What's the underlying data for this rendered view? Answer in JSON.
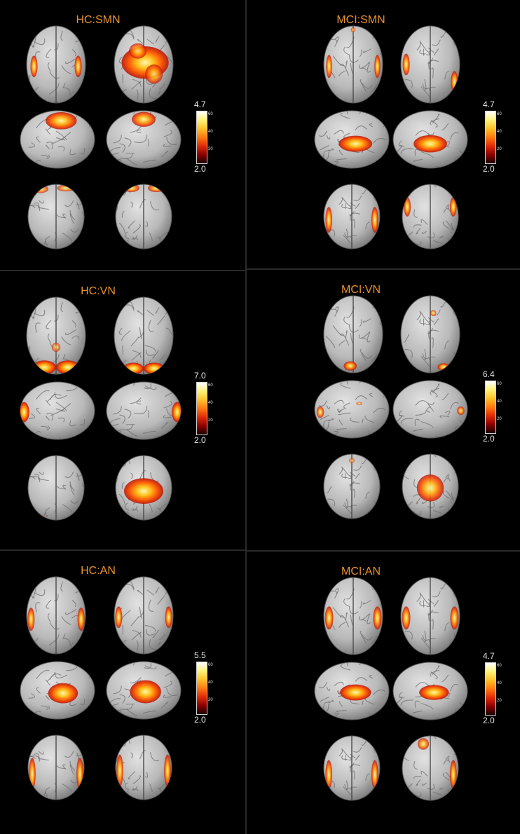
{
  "colorbar": {
    "gradient": [
      "#ffffff",
      "#fff27a",
      "#ffc12a",
      "#ff7a10",
      "#e02a08",
      "#8c0000",
      "#1a0000"
    ],
    "ticks": [
      "60",
      "40",
      "20"
    ]
  },
  "panels": [
    {
      "key": "hc-smn",
      "title": "HC:SMN",
      "max": "4.7",
      "min": "2.0",
      "blobs": {
        "inferior": [
          [
            -0.75,
            0.05,
            0.12,
            0.28,
            0.9
          ],
          [
            0.75,
            0.05,
            0.12,
            0.28,
            0.9
          ]
        ],
        "superior": [
          [
            0.05,
            -0.05,
            0.8,
            0.42,
            1.0
          ],
          [
            -0.2,
            -0.35,
            0.3,
            0.2,
            0.8
          ],
          [
            0.35,
            0.25,
            0.3,
            0.25,
            0.8
          ]
        ],
        "lateral_left": [
          [
            0.1,
            -0.65,
            0.42,
            0.3,
            0.95
          ]
        ],
        "lateral_right": [
          [
            0.0,
            -0.7,
            0.32,
            0.26,
            0.9
          ]
        ],
        "anterior": [
          [
            -0.55,
            -0.85,
            0.28,
            0.12,
            0.7
          ],
          [
            0.35,
            -0.88,
            0.32,
            0.1,
            0.7
          ]
        ],
        "posterior": [
          [
            -0.45,
            -0.88,
            0.3,
            0.12,
            0.8
          ],
          [
            0.45,
            -0.88,
            0.3,
            0.12,
            0.8
          ]
        ]
      }
    },
    {
      "key": "mci-smn",
      "title": "MCI:SMN",
      "max": "4.7",
      "min": "2.0",
      "blobs": {
        "inferior": [
          [
            -0.82,
            0.05,
            0.1,
            0.3,
            0.9
          ],
          [
            0.82,
            0.05,
            0.1,
            0.3,
            0.9
          ],
          [
            0.0,
            -0.9,
            0.08,
            0.06,
            0.7
          ]
        ],
        "superior": [
          [
            -0.82,
            0.0,
            0.12,
            0.28,
            0.9
          ],
          [
            0.82,
            0.45,
            0.12,
            0.28,
            0.9
          ]
        ],
        "lateral_left": [
          [
            0.1,
            0.15,
            0.45,
            0.28,
            1.0
          ]
        ],
        "lateral_right": [
          [
            0.0,
            0.15,
            0.45,
            0.3,
            1.0
          ]
        ],
        "anterior": [
          [
            -0.82,
            0.1,
            0.12,
            0.4,
            0.9
          ],
          [
            0.82,
            0.1,
            0.12,
            0.4,
            0.9
          ]
        ],
        "posterior": [
          [
            -0.82,
            -0.3,
            0.12,
            0.3,
            0.9
          ],
          [
            0.82,
            -0.3,
            0.12,
            0.3,
            0.9
          ]
        ]
      }
    },
    {
      "key": "hc-vn",
      "title": "HC:VN",
      "max": "7.0",
      "min": "2.0",
      "blobs": {
        "inferior": [
          [
            -0.4,
            0.82,
            0.4,
            0.18,
            1.0
          ],
          [
            0.4,
            0.82,
            0.4,
            0.18,
            1.0
          ],
          [
            0.0,
            0.3,
            0.15,
            0.12,
            0.6
          ]
        ],
        "superior": [
          [
            -0.35,
            0.85,
            0.35,
            0.15,
            1.0
          ],
          [
            0.35,
            0.85,
            0.35,
            0.15,
            1.0
          ]
        ],
        "lateral_left": [
          [
            -0.9,
            0.05,
            0.14,
            0.35,
            1.0
          ]
        ],
        "lateral_right": [
          [
            0.9,
            0.05,
            0.14,
            0.35,
            1.0
          ]
        ],
        "anterior": [
          [
            -0.55,
            0.9,
            0.12,
            0.06,
            0.5
          ]
        ],
        "posterior": [
          [
            0.0,
            0.1,
            0.7,
            0.4,
            1.0
          ]
        ]
      }
    },
    {
      "key": "mci-vn",
      "title": "MCI:VN",
      "max": "6.4",
      "min": "2.0",
      "blobs": {
        "inferior": [
          [
            -0.1,
            0.82,
            0.22,
            0.12,
            0.9
          ]
        ],
        "superior": [
          [
            0.1,
            -0.55,
            0.1,
            0.08,
            0.7
          ],
          [
            0.45,
            0.85,
            0.2,
            0.1,
            0.9
          ]
        ],
        "lateral_left": [
          [
            -0.85,
            0.1,
            0.1,
            0.2,
            0.8
          ],
          [
            0.2,
            -0.2,
            0.08,
            0.06,
            0.6
          ]
        ],
        "lateral_right": [
          [
            0.82,
            0.05,
            0.1,
            0.15,
            0.8
          ]
        ],
        "anterior": [
          [
            0.0,
            -0.8,
            0.1,
            0.08,
            0.6
          ]
        ],
        "posterior": [
          [
            0.0,
            0.05,
            0.48,
            0.42,
            0.9
          ]
        ]
      }
    },
    {
      "key": "hc-an",
      "title": "HC:AN",
      "max": "5.5",
      "min": "2.0",
      "blobs": {
        "inferior": [
          [
            -0.85,
            0.1,
            0.12,
            0.3,
            0.9
          ],
          [
            0.85,
            0.1,
            0.12,
            0.3,
            0.9
          ]
        ],
        "superior": [
          [
            -0.85,
            0.05,
            0.12,
            0.28,
            0.9
          ],
          [
            0.85,
            0.05,
            0.12,
            0.28,
            0.9
          ]
        ],
        "lateral_left": [
          [
            0.15,
            0.1,
            0.4,
            0.35,
            1.0
          ]
        ],
        "lateral_right": [
          [
            0.05,
            0.05,
            0.42,
            0.4,
            1.0
          ]
        ],
        "anterior": [
          [
            -0.85,
            0.2,
            0.12,
            0.5,
            0.9
          ],
          [
            0.85,
            0.2,
            0.12,
            0.5,
            0.9
          ]
        ],
        "posterior": [
          [
            -0.85,
            0.1,
            0.12,
            0.5,
            0.9
          ],
          [
            0.85,
            0.1,
            0.12,
            0.5,
            0.9
          ]
        ]
      }
    },
    {
      "key": "mci-an",
      "title": "MCI:AN",
      "max": "4.7",
      "min": "2.0",
      "blobs": {
        "inferior": [
          [
            -0.82,
            0.05,
            0.14,
            0.3,
            0.9
          ],
          [
            0.82,
            0.05,
            0.14,
            0.3,
            0.9
          ]
        ],
        "superior": [
          [
            -0.82,
            0.05,
            0.14,
            0.3,
            0.9
          ],
          [
            0.82,
            0.05,
            0.14,
            0.3,
            0.9
          ]
        ],
        "lateral_left": [
          [
            0.1,
            0.05,
            0.42,
            0.28,
            1.0
          ]
        ],
        "lateral_right": [
          [
            0.1,
            0.05,
            0.4,
            0.26,
            1.0
          ]
        ],
        "anterior": [
          [
            -0.82,
            0.2,
            0.12,
            0.45,
            0.9
          ],
          [
            0.82,
            0.2,
            0.12,
            0.45,
            0.9
          ]
        ],
        "posterior": [
          [
            -0.25,
            -0.75,
            0.2,
            0.18,
            0.8
          ],
          [
            0.82,
            0.2,
            0.12,
            0.45,
            0.9
          ]
        ]
      }
    }
  ]
}
